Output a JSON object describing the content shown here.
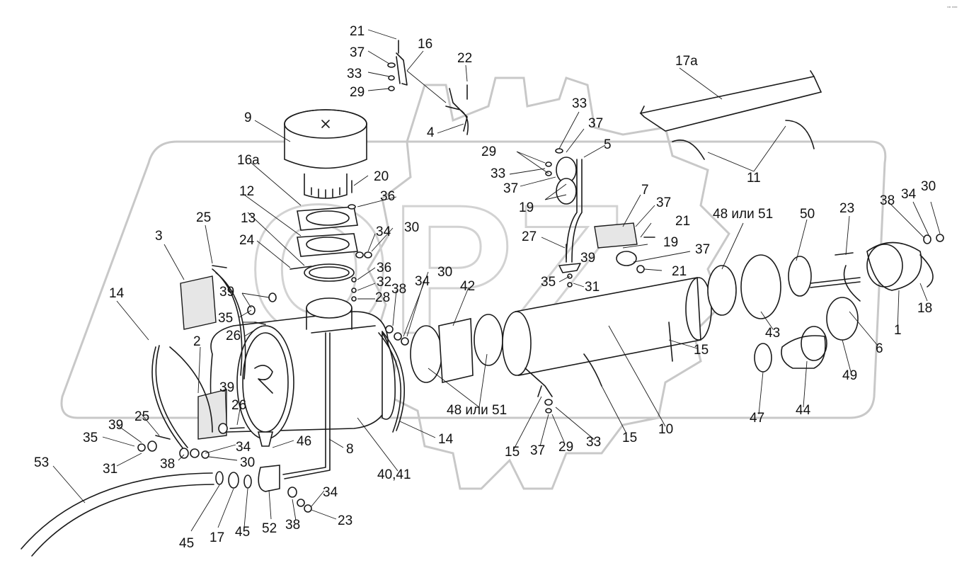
{
  "callouts": [
    {
      "id": "c-21a",
      "text": "21"
    },
    {
      "id": "c-16",
      "text": "16"
    },
    {
      "id": "c-37a",
      "text": "37"
    },
    {
      "id": "c-22",
      "text": "22"
    },
    {
      "id": "c-33a",
      "text": "33"
    },
    {
      "id": "c-29a",
      "text": "29"
    },
    {
      "id": "c-17a",
      "text": "17а"
    },
    {
      "id": "c-9",
      "text": "9"
    },
    {
      "id": "c-4",
      "text": "4"
    },
    {
      "id": "c-33b",
      "text": "33"
    },
    {
      "id": "c-37b",
      "text": "37"
    },
    {
      "id": "c-29b",
      "text": "29"
    },
    {
      "id": "c-5",
      "text": "5"
    },
    {
      "id": "c-16a",
      "text": "16а"
    },
    {
      "id": "c-20",
      "text": "20"
    },
    {
      "id": "c-33c",
      "text": "33"
    },
    {
      "id": "c-11",
      "text": "11"
    },
    {
      "id": "c-30a",
      "text": "30"
    },
    {
      "id": "c-37c",
      "text": "37"
    },
    {
      "id": "c-12",
      "text": "12"
    },
    {
      "id": "c-36a",
      "text": "36"
    },
    {
      "id": "c-19a",
      "text": "19"
    },
    {
      "id": "c-38a",
      "text": "38"
    },
    {
      "id": "c-34a",
      "text": "34"
    },
    {
      "id": "c-7",
      "text": "7"
    },
    {
      "id": "c-37d",
      "text": "37"
    },
    {
      "id": "c-23a",
      "text": "23"
    },
    {
      "id": "c-48a",
      "text": "48 или 51"
    },
    {
      "id": "c-50",
      "text": "50"
    },
    {
      "id": "c-25a",
      "text": "25"
    },
    {
      "id": "c-13",
      "text": "13"
    },
    {
      "id": "c-30b",
      "text": "30"
    },
    {
      "id": "c-3",
      "text": "3"
    },
    {
      "id": "c-34b",
      "text": "34"
    },
    {
      "id": "c-21b",
      "text": "21"
    },
    {
      "id": "c-27",
      "text": "27"
    },
    {
      "id": "c-24",
      "text": "24"
    },
    {
      "id": "c-19b",
      "text": "19"
    },
    {
      "id": "c-37e",
      "text": "37"
    },
    {
      "id": "c-36b",
      "text": "36"
    },
    {
      "id": "c-39a",
      "text": "39"
    },
    {
      "id": "c-32",
      "text": "32"
    },
    {
      "id": "c-30c",
      "text": "30"
    },
    {
      "id": "c-35a",
      "text": "35"
    },
    {
      "id": "c-21c",
      "text": "21"
    },
    {
      "id": "c-31a",
      "text": "31"
    },
    {
      "id": "c-39b",
      "text": "39"
    },
    {
      "id": "c-28",
      "text": "28"
    },
    {
      "id": "c-38b",
      "text": "38"
    },
    {
      "id": "c-34c",
      "text": "34"
    },
    {
      "id": "c-42",
      "text": "42"
    },
    {
      "id": "c-18",
      "text": "18"
    },
    {
      "id": "c-14a",
      "text": "14"
    },
    {
      "id": "c-35b",
      "text": "35"
    },
    {
      "id": "c-26a",
      "text": "26"
    },
    {
      "id": "c-1",
      "text": "1"
    },
    {
      "id": "c-2",
      "text": "2"
    },
    {
      "id": "c-43",
      "text": "43"
    },
    {
      "id": "c-6",
      "text": "6"
    },
    {
      "id": "c-15a",
      "text": "15"
    },
    {
      "id": "c-49",
      "text": "49"
    },
    {
      "id": "c-39c",
      "text": "39"
    },
    {
      "id": "c-26b",
      "text": "26"
    },
    {
      "id": "c-48b",
      "text": "48 или 51"
    },
    {
      "id": "c-44",
      "text": "44"
    },
    {
      "id": "c-47",
      "text": "47"
    },
    {
      "id": "c-25b",
      "text": "25"
    },
    {
      "id": "c-39d",
      "text": "39"
    },
    {
      "id": "c-10",
      "text": "10"
    },
    {
      "id": "c-15b",
      "text": "15"
    },
    {
      "id": "c-35c",
      "text": "35"
    },
    {
      "id": "c-14b",
      "text": "14"
    },
    {
      "id": "c-33d",
      "text": "33"
    },
    {
      "id": "c-15c",
      "text": "15"
    },
    {
      "id": "c-46",
      "text": "46"
    },
    {
      "id": "c-37f",
      "text": "37"
    },
    {
      "id": "c-29c",
      "text": "29"
    },
    {
      "id": "c-34d",
      "text": "34"
    },
    {
      "id": "c-31b",
      "text": "31"
    },
    {
      "id": "c-38c",
      "text": "38"
    },
    {
      "id": "c-30d",
      "text": "30"
    },
    {
      "id": "c-8",
      "text": "8"
    },
    {
      "id": "c-53",
      "text": "53"
    },
    {
      "id": "c-40",
      "text": "40,41"
    },
    {
      "id": "c-34e",
      "text": "34"
    },
    {
      "id": "c-23b",
      "text": "23"
    },
    {
      "id": "c-38d",
      "text": "38"
    },
    {
      "id": "c-45a",
      "text": "45"
    },
    {
      "id": "c-17b",
      "text": "17"
    },
    {
      "id": "c-45b",
      "text": "45"
    },
    {
      "id": "c-52",
      "text": "52"
    }
  ],
  "corner_mark": "▫▫ ▫▫▫"
}
